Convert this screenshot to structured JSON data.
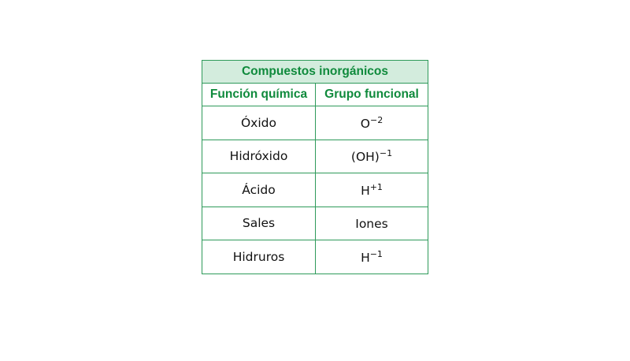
{
  "table": {
    "title": "Compuestos inorgánicos",
    "headers": {
      "function": "Función química",
      "group": "Grupo funcional"
    },
    "rows": [
      {
        "function": "Óxido",
        "group_base": "O",
        "group_charge": "−2"
      },
      {
        "function": "Hidróxido",
        "group_base": "(OH)",
        "group_charge": "−1"
      },
      {
        "function": "Ácido",
        "group_base": "H",
        "group_charge": "+1"
      },
      {
        "function": "Sales",
        "group_base": "Iones",
        "group_charge": ""
      },
      {
        "function": "Hidruros",
        "group_base": "H",
        "group_charge": "−1"
      }
    ]
  },
  "colors": {
    "border": "#2e9a5a",
    "header_text": "#0f8a3c",
    "title_background": "#d3ecdd"
  }
}
